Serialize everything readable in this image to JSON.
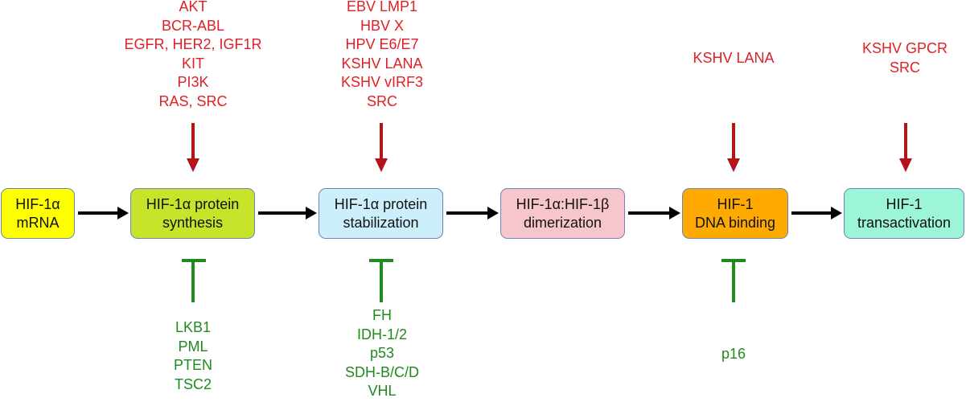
{
  "colors": {
    "activator": "#e01f26",
    "inhibitor": "#1f8a1f",
    "flow_arrow": "#000000",
    "down_arrow": "#b3141a"
  },
  "steps": [
    {
      "lines": [
        "HIF-1α",
        "mRNA"
      ],
      "color": "#ffff00"
    },
    {
      "lines": [
        "HIF-1α protein",
        "synthesis"
      ],
      "color": "#c6e52a"
    },
    {
      "lines": [
        "HIF-1α protein",
        "stabilization"
      ],
      "color": "#cdeefb"
    },
    {
      "lines": [
        "HIF-1α:HIF-1β",
        "dimerization"
      ],
      "color": "#f7c6cd"
    },
    {
      "lines": [
        "HIF-1",
        "DNA binding"
      ],
      "color": "#ffaa00"
    },
    {
      "lines": [
        "HIF-1",
        "transactivation"
      ],
      "color": "#9cf5d6"
    }
  ],
  "activators": [
    [
      "AKT",
      "BCR-ABL",
      "EGFR, HER2, IGF1R",
      "KIT",
      "PI3K",
      "RAS, SRC"
    ],
    [
      "EBV LMP1",
      "HBV X",
      "HPV E6/E7",
      "KSHV LANA",
      "KSHV vIRF3",
      "SRC"
    ],
    [
      "KSHV LANA"
    ],
    [
      "KSHV GPCR",
      "SRC"
    ]
  ],
  "inhibitors": [
    [
      "LKB1",
      "PML",
      "PTEN",
      "TSC2"
    ],
    [
      "FH",
      "IDH-1/2",
      "p53",
      "SDH-B/C/D",
      "VHL"
    ],
    [
      "p16"
    ]
  ]
}
